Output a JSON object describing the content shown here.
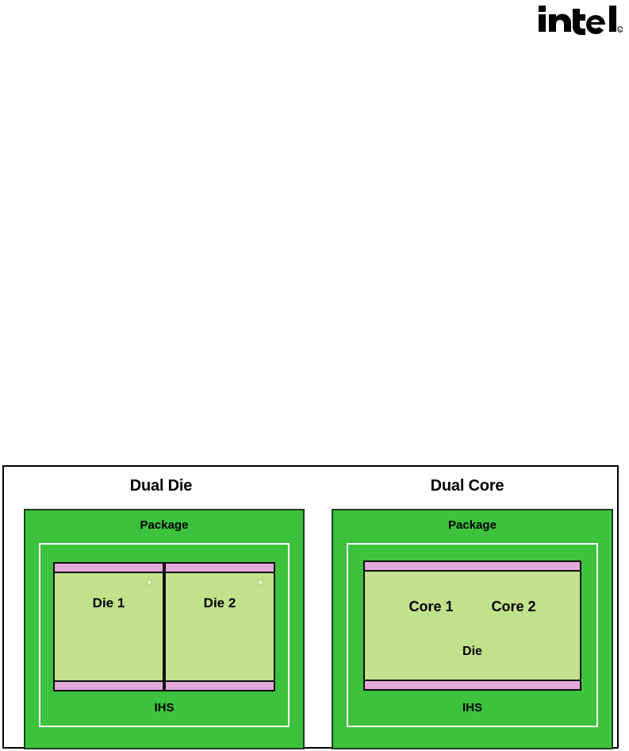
{
  "brand": {
    "logo_text": "intel",
    "logo_name": "intel-logo",
    "registered_mark": "®"
  },
  "figure": {
    "panels": [
      {
        "id": "dual-die",
        "title": "Dual Die",
        "package_label": "Package",
        "ihs_label": "IHS",
        "dies": [
          {
            "label": "Die 1"
          },
          {
            "label": "Die 2"
          }
        ]
      },
      {
        "id": "dual-core",
        "title": "Dual Core",
        "package_label": "Package",
        "ihs_label": "IHS",
        "cores": [
          {
            "label": "Core 1"
          },
          {
            "label": "Core 2"
          }
        ],
        "die_label": "Die"
      }
    ]
  },
  "colors": {
    "package_green": "#3cc23c",
    "package_border": "#1d3f1d",
    "die_green": "#c2e18c",
    "die_border": "#0f0f0f",
    "solder_bar_pink": "#e3a8da",
    "ihs_outline": "#ffffff",
    "frame_border": "#000000",
    "text": "#000000",
    "background": "#ffffff"
  }
}
